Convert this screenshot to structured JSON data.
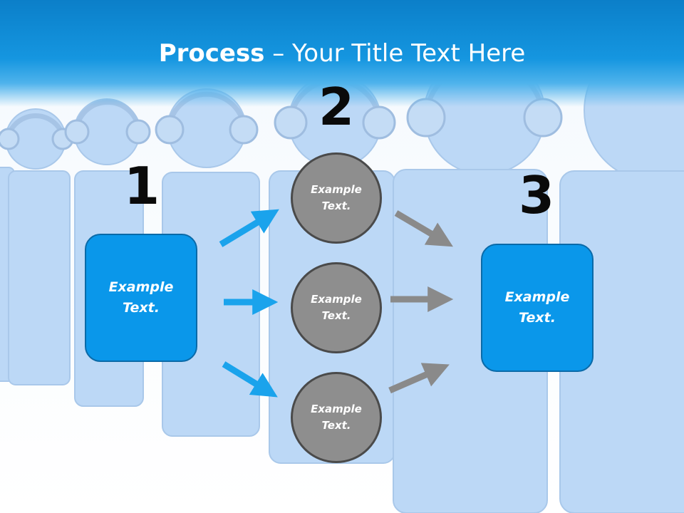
{
  "title": {
    "bold": "Process",
    "rest": " – Your Title Text Here"
  },
  "steps": {
    "one": {
      "number": "1",
      "text": "Example\nText."
    },
    "two": {
      "number": "2",
      "circles": [
        "Example\nText.",
        "Example\nText.",
        "Example\nText."
      ]
    },
    "three": {
      "number": "3",
      "text": "Example\nText."
    }
  },
  "colors": {
    "header": "#0b7fc9",
    "box": "#0a97ea",
    "circle": "#8e8e8e",
    "arrow_blue": "#1aa3ec",
    "arrow_gray": "#8a8a8a",
    "figures": "#b9d6f5"
  },
  "icons": [
    "headphones-figure-icon",
    "arrow-icon"
  ]
}
